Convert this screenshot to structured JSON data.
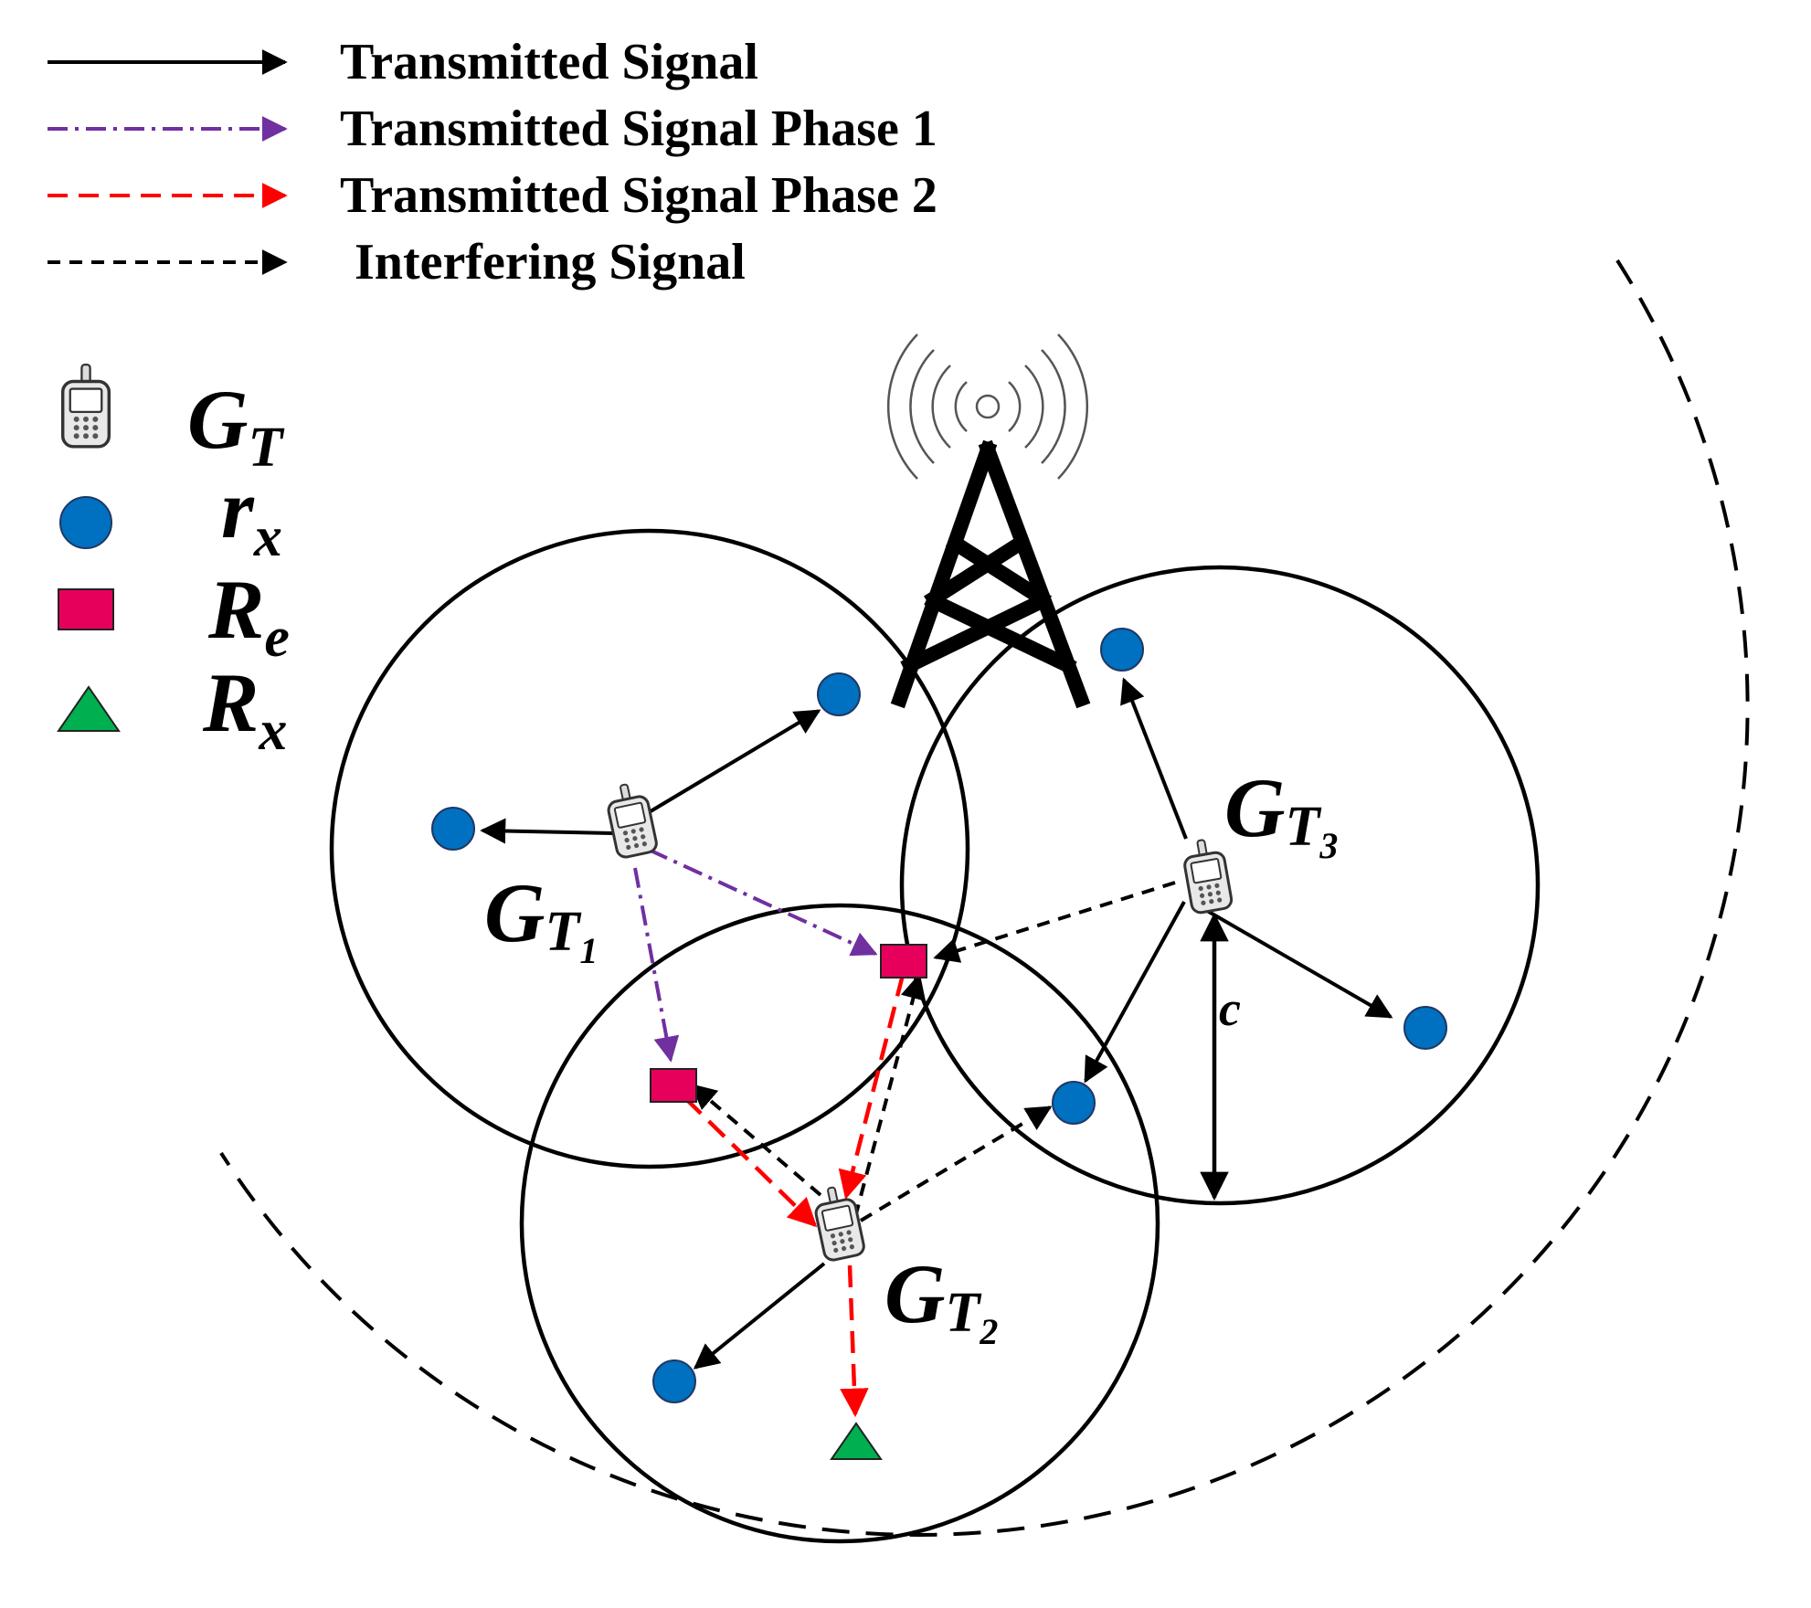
{
  "legend": {
    "lines": [
      {
        "label": "Transmitted Signal",
        "style": "solid",
        "color": "#000000"
      },
      {
        "label": "Transmitted Signal Phase 1",
        "style": "dash-dot",
        "color": "#7030A0"
      },
      {
        "label": "Transmitted Signal Phase 2",
        "style": "dashed",
        "color": "#FF0000"
      },
      {
        "label": "Interfering Signal",
        "style": "dashed",
        "color": "#000000"
      }
    ],
    "symbols": [
      {
        "icon": "mobile-phone-icon",
        "main": "G",
        "sub": "T"
      },
      {
        "icon": "blue-circle-icon",
        "main": "r",
        "sub": "x",
        "color": "#0070C0"
      },
      {
        "icon": "pink-square-icon",
        "main": "R",
        "sub": "e",
        "color": "#E6005C"
      },
      {
        "icon": "green-triangle-icon",
        "main": "R",
        "sub": "x",
        "color": "#00B050"
      }
    ]
  },
  "nodes": {
    "gt1": {
      "main": "G",
      "sub": "T",
      "sub2": "1"
    },
    "gt2": {
      "main": "G",
      "sub": "T",
      "sub2": "2"
    },
    "gt3": {
      "main": "G",
      "sub": "T",
      "sub2": "3"
    }
  },
  "distance_label": "c",
  "colors": {
    "phase1": "#7030A0",
    "phase2": "#FF0000",
    "receiver": "#0070C0",
    "relay": "#E6005C",
    "destination": "#00B050"
  }
}
